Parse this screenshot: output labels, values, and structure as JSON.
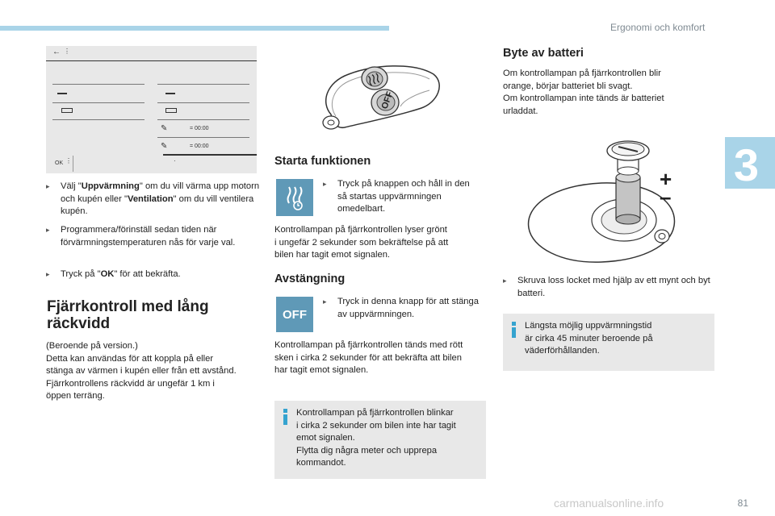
{
  "header": {
    "title": "Ergonomi och komfort",
    "chapter": "3"
  },
  "screen": {
    "time1": "= 00:00",
    "time2": "= 00:00",
    "ok": "OK"
  },
  "left": {
    "bullets": [
      {
        "parts": [
          "Välj \"",
          "Uppvärmning",
          "\" om du vill värma upp motorn och kupén eller \"",
          "Ventilation",
          "\" om du vill ventilera kupén."
        ]
      },
      {
        "text": "Programmera/förinställ sedan tiden när förvärmningstemperaturen nås för varje val."
      },
      {
        "parts": [
          "Tryck på \"",
          "OK",
          "\" för att bekräfta."
        ]
      }
    ],
    "heading_line1": "Fjärrkontroll med lång",
    "heading_line2": "räckvidd",
    "para": [
      "(Beroende på version.)",
      "Detta kan användas för att koppla på eller",
      "stänga av värmen i kupén eller från ett avstånd.",
      "Fjärrkontrollens räckvidd är ungefär 1 km i",
      "öppen terräng."
    ]
  },
  "middle": {
    "start_heading": "Starta funktionen",
    "start_bullet": "Tryck på knappen och håll in den så startas uppvärmningen omedelbart.",
    "start_para": [
      "Kontrollampan på fjärrkontrollen lyser grönt",
      "i ungefär 2 sekunder som bekräftelse på att",
      "bilen har tagit emot signalen."
    ],
    "stop_heading": "Avstängning",
    "stop_bullet": "Tryck in denna knapp för att stänga av uppvärmningen.",
    "stop_para": [
      "Kontrollampan på fjärrkontrollen tänds med rött",
      "sken i cirka 2 sekunder för att bekräfta att bilen",
      "har tagit emot signalen."
    ],
    "info": [
      "Kontrollampan på fjärrkontrollen blinkar",
      "i cirka 2 sekunder om bilen inte har tagit",
      "emot signalen.",
      "Flytta dig några meter och upprepa",
      "kommandot."
    ],
    "off_label": "OFF"
  },
  "right": {
    "battery_heading": "Byte av batteri",
    "battery_para": [
      "Om kontrollampan på fjärrkontrollen blir",
      "orange, börjar batteriet bli svagt.",
      "Om kontrollampan inte tänds är batteriet",
      "urladdat."
    ],
    "plus": "+",
    "minus": "–",
    "screw_bullet": "Skruva loss locket med hjälp av ett mynt och byt batteri.",
    "info": [
      "Längsta möjlig uppvärmningstid",
      "är cirka 45 minuter beroende på",
      "väderförhållanden."
    ]
  },
  "footer": {
    "page": "81",
    "watermark": "carmanualsonline.info"
  },
  "colors": {
    "accent": "#35a3cf",
    "tab": "#a9d4e8",
    "button": "#5f99b7",
    "box": "#e8e8e8"
  }
}
